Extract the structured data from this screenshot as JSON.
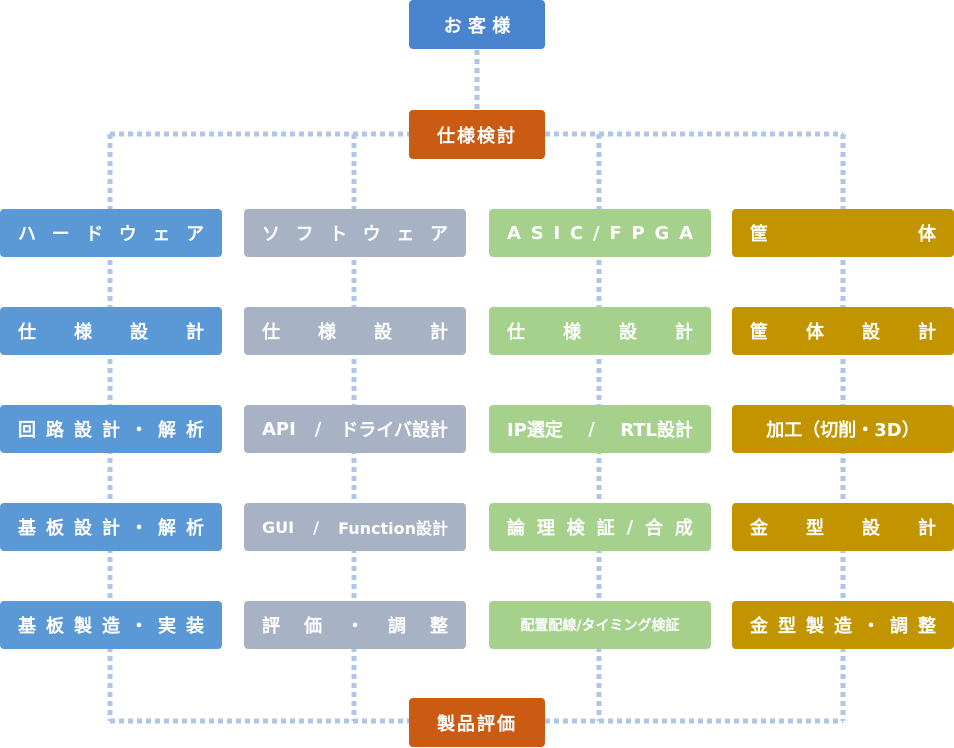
{
  "colors": {
    "customer": "#4a84cf",
    "process": "#cb5b12",
    "hardware": "#5b98d6",
    "software": "#a8b2c5",
    "asic": "#a5d18c",
    "enclosure": "#c29400",
    "connector": "#aec6ea"
  },
  "top": {
    "customer": "お 客 様",
    "spec_review": "仕様検討",
    "product_eval": "製品評価"
  },
  "columns": [
    {
      "key": "hardware",
      "header": [
        "ハ",
        "ー",
        "ド",
        "ウ",
        "ェ",
        "ア"
      ],
      "steps": [
        [
          "仕",
          "様",
          "設",
          "計"
        ],
        [
          "回",
          "路",
          "設",
          "計",
          "・",
          "解",
          "析"
        ],
        [
          "基",
          "板",
          "設",
          "計",
          "・",
          "解",
          "析"
        ],
        [
          "基",
          "板",
          "製",
          "造",
          "・",
          "実",
          "装"
        ]
      ]
    },
    {
      "key": "software",
      "header": [
        "ソ",
        "フ",
        "ト",
        "ウ",
        "ェ",
        "ア"
      ],
      "steps": [
        [
          "仕",
          "様",
          "設",
          "計"
        ],
        [
          "API",
          "/",
          "ドライバ設計"
        ],
        [
          "GUI",
          "/",
          "Function設計"
        ],
        [
          "評",
          "価",
          "・",
          "調",
          "整"
        ]
      ]
    },
    {
      "key": "asic",
      "header": [
        "A",
        "S",
        "I",
        "C",
        "/",
        "F",
        "P",
        "G",
        "A"
      ],
      "steps": [
        [
          "仕",
          "様",
          "設",
          "計"
        ],
        [
          "IP選定",
          "/",
          "RTL設計"
        ],
        [
          "論",
          "理",
          "検",
          "証",
          "/",
          "合",
          "成"
        ],
        [
          "配置配線/タイミング検証"
        ]
      ]
    },
    {
      "key": "enclosure",
      "header": [
        "筐",
        "体"
      ],
      "steps": [
        [
          "筐",
          "体",
          "設",
          "計"
        ],
        [
          "加工（切削・3D）"
        ],
        [
          "金",
          "型",
          "設",
          "計"
        ],
        [
          "金",
          "型",
          "製",
          "造",
          "・",
          "調",
          "整"
        ]
      ]
    }
  ]
}
